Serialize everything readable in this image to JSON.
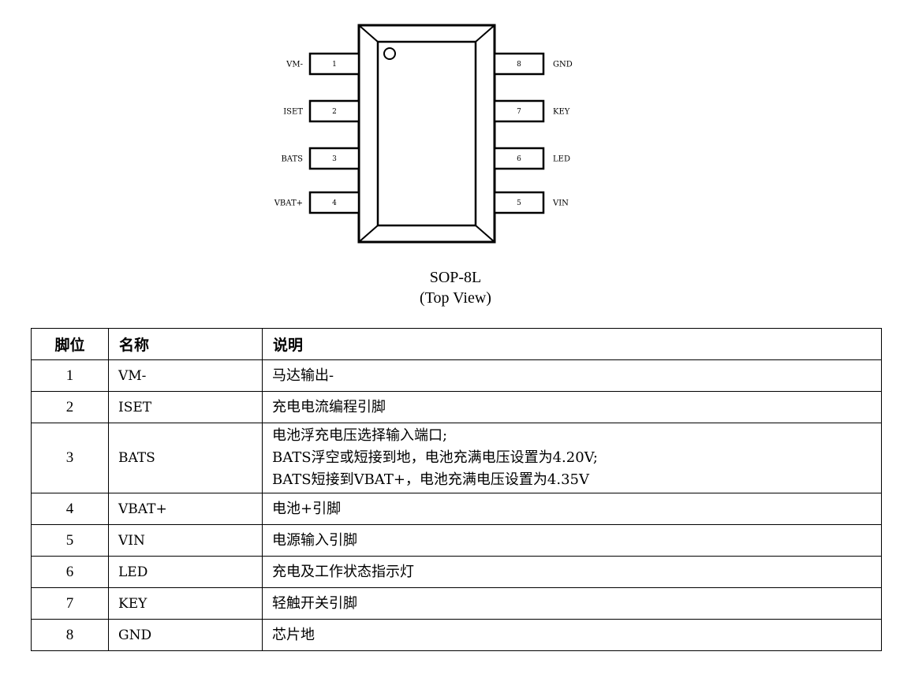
{
  "diagram": {
    "pins_left": [
      {
        "label": "VM-",
        "number": "1"
      },
      {
        "label": "ISET",
        "number": "2"
      },
      {
        "label": "BATS",
        "number": "3"
      },
      {
        "label": "VBAT+",
        "number": "4"
      }
    ],
    "pins_right": [
      {
        "label": "GND",
        "number": "8"
      },
      {
        "label": "KEY",
        "number": "7"
      },
      {
        "label": "LED",
        "number": "6"
      },
      {
        "label": "VIN",
        "number": "5"
      }
    ],
    "package_name": "SOP-8L",
    "view_label": "(Top View)"
  },
  "table": {
    "headers": {
      "pin": "脚位",
      "name": "名称",
      "desc": "说明"
    },
    "rows": [
      {
        "pin": "1",
        "name": "VM-",
        "desc": [
          "马达输出-"
        ]
      },
      {
        "pin": "2",
        "name": "ISET",
        "desc": [
          "充电电流编程引脚"
        ]
      },
      {
        "pin": "3",
        "name": "BATS",
        "desc": [
          "电池浮充电压选择输入端口;",
          "BATS浮空或短接到地，电池充满电压设置为4.20V;",
          "BATS短接到VBAT+，电池充满电压设置为4.35V"
        ]
      },
      {
        "pin": "4",
        "name": "VBAT+",
        "desc": [
          "电池+引脚"
        ]
      },
      {
        "pin": "5",
        "name": "VIN",
        "desc": [
          "电源输入引脚"
        ]
      },
      {
        "pin": "6",
        "name": "LED",
        "desc": [
          "充电及工作状态指示灯"
        ]
      },
      {
        "pin": "7",
        "name": "KEY",
        "desc": [
          "轻触开关引脚"
        ]
      },
      {
        "pin": "8",
        "name": "GND",
        "desc": [
          "芯片地"
        ]
      }
    ]
  }
}
